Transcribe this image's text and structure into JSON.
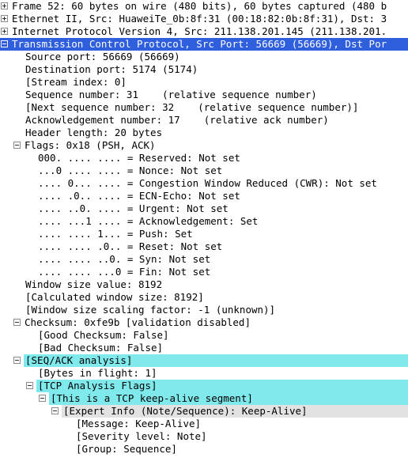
{
  "tree": {
    "rows": [
      "Frame 52: 60 bytes on wire (480 bits), 60 bytes captured (480 b",
      "Ethernet II, Src: HuaweiTe_0b:8f:31 (00:18:82:0b:8f:31), Dst: 3",
      "Internet Protocol Version 4, Src: 211.138.201.145 (211.138.201.",
      "Transmission Control Protocol, Src Port: 56669 (56669), Dst Por",
      "Source port: 56669 (56669)",
      "Destination port: 5174 (5174)",
      "[Stream index: 0]",
      "Sequence number: 31    (relative sequence number)",
      "[Next sequence number: 32    (relative sequence number)]",
      "Acknowledgement number: 17    (relative ack number)",
      "Header length: 20 bytes",
      "Flags: 0x18 (PSH, ACK)",
      "000. .... .... = Reserved: Not set",
      "...0 .... .... = Nonce: Not set",
      ".... 0... .... = Congestion Window Reduced (CWR): Not set",
      ".... .0.. .... = ECN-Echo: Not set",
      ".... ..0. .... = Urgent: Not set",
      ".... ...1 .... = Acknowledgement: Set",
      ".... .... 1... = Push: Set",
      ".... .... .0.. = Reset: Not set",
      ".... .... ..0. = Syn: Not set",
      ".... .... ...0 = Fin: Not set",
      "Window size value: 8192",
      "[Calculated window size: 8192]",
      "[Window size scaling factor: -1 (unknown)]",
      "Checksum: 0xfe9b [validation disabled]",
      "[Good Checksum: False]",
      "[Bad Checksum: False]",
      "[SEQ/ACK analysis]",
      "[Bytes in flight: 1]",
      "[TCP Analysis Flags]",
      "[This is a TCP keep-alive segment]",
      "[Expert Info (Note/Sequence): Keep-Alive]",
      "[Message: Keep-Alive]",
      "[Severity level: Note]",
      "[Group: Sequence]"
    ]
  },
  "colors": {
    "selected_bg": "#2f5fdc",
    "highlight_bg": "#7fe9ec",
    "expert_bg": "#e2e2e2"
  }
}
